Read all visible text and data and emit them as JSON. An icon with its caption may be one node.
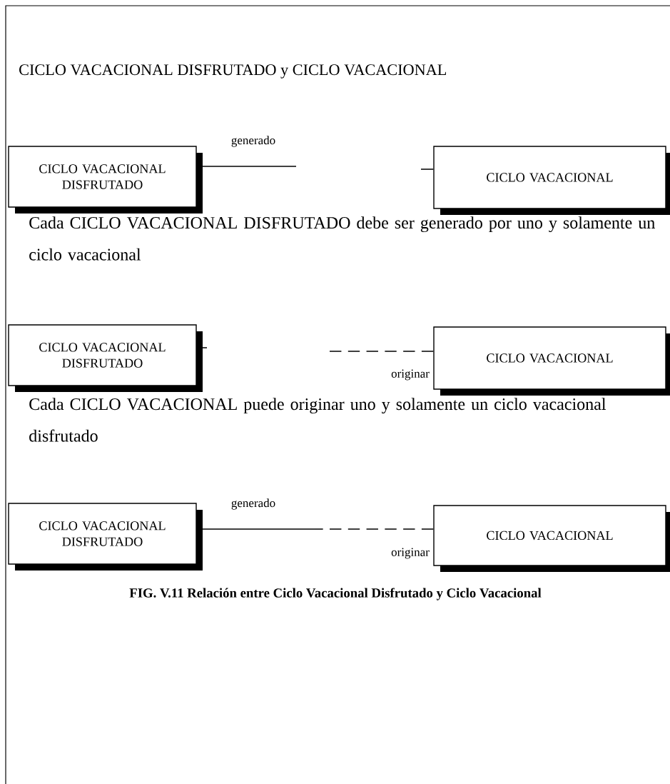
{
  "diagram": {
    "title": "CICLO VACACIONAL DISFRUTADO y CICLO VACACIONAL",
    "caption": "FIG. V.11    Relación entre Ciclo Vacacional Disfrutado y Ciclo Vacacional",
    "nodes": [
      {
        "text": [
          "CICLO VACACIONAL DISFRUTADO"
        ]
      },
      {
        "text": [
          "CICLO VACACIONAL"
        ]
      },
      {
        "text": [
          "CICLO VACACIONAL DISFRUTADO"
        ]
      },
      {
        "text": [
          "CICLO VACACIONAL"
        ]
      },
      {
        "text": [
          "CICLO VACACIONAL DISFRUTADO"
        ]
      },
      {
        "text": [
          "CICLO VACACIONAL"
        ]
      }
    ],
    "edges": [
      {
        "from": 0,
        "to": null,
        "arrow": "none",
        "label": "generado"
      },
      {
        "from": 1,
        "to": null,
        "arrow": "none"
      },
      {
        "from": 2,
        "to": null,
        "arrow": "none"
      },
      {
        "from": 3,
        "to": null,
        "arrow": "none",
        "style": "dashed",
        "label": "originar"
      },
      {
        "from": 4,
        "to": null,
        "arrow": "none",
        "label": "generado"
      },
      {
        "from": 5,
        "to": null,
        "arrow": "none",
        "style": "dashed",
        "label": "originar"
      }
    ],
    "labels": [
      "Cada CICLO VACACIONAL DISFRUTADO debe ser generado por uno y solamente un ciclo vacacional",
      "Cada CICLO VACACIONAL puede originar uno y solamente un ciclo vacacional disfrutado"
    ]
  }
}
